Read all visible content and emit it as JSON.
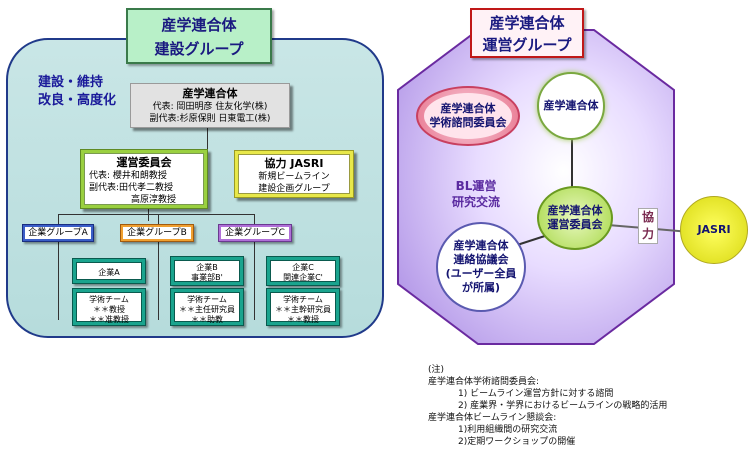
{
  "construction_group": {
    "title_line1": "産学連合体",
    "title_line2": "建設グループ",
    "slogan_line1": "建設・維持",
    "slogan_line2": "改良・高度化",
    "consortium": {
      "title": "産学連合体",
      "rep": "代表: 岡田明彦 住友化学(株)",
      "vice": "副代表:杉原保則 日東電工(株)"
    },
    "committee": {
      "title": "運営委員会",
      "rep": "代表: 櫻井和朗教授",
      "vice1": "副代表:田代孝二教授",
      "vice2": "高原淳教授"
    },
    "jasri_coop": {
      "title": "協力 JASRI",
      "line1": "新規ビームライン",
      "line2": "建設企画グループ"
    },
    "company_groups": [
      {
        "label": "企業グループA",
        "company": "企業A",
        "company2": "",
        "team1": "学術チーム",
        "team2": "＊＊教授",
        "team3": "＊＊准教授"
      },
      {
        "label": "企業グループB",
        "company": "企業B",
        "company2": "事業部B'",
        "team1": "学術チーム",
        "team2": "＊＊主任研究員",
        "team3": "＊＊助教"
      },
      {
        "label": "企業グループC",
        "company": "企業C",
        "company2": "関連企業C'",
        "team1": "学術チーム",
        "team2": "＊＊主幹研究員",
        "team3": "＊＊教授"
      }
    ]
  },
  "operation_group": {
    "title_line1": "産学連合体",
    "title_line2": "運営グループ",
    "advisory_line1": "産学連合体",
    "advisory_line2": "学術諮問委員会",
    "consortium": "産学連合体",
    "bl_line1": "BL運営",
    "bl_line2": "研究交流",
    "committee_line1": "産学連合体",
    "committee_line2": "運営委員会",
    "liaison_line1": "産学連合体",
    "liaison_line2": "連絡協議会",
    "liaison_line3": "(ユーザー全員",
    "liaison_line4": "が所属)",
    "coop_char1": "協",
    "coop_char2": "力",
    "jasri": "JASRI"
  },
  "notes": {
    "header": "(注)",
    "l1": "産学連合体学術諮問委員会:",
    "l2": "1) ビームライン運営方針に対する諮問",
    "l3": "2) 産業界・学界におけるビームラインの戦略的活用",
    "l4": "産学連合体ビームライン懇談会:",
    "l5": "1)利用組織間の研究交流",
    "l6": "2)定期ワークショップの開催"
  }
}
